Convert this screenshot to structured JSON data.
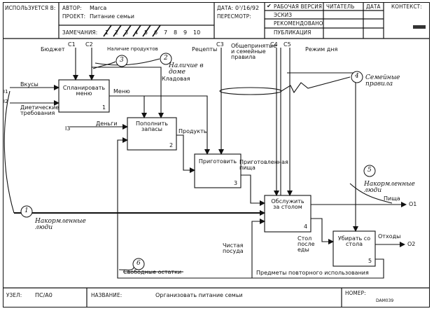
{
  "header": {
    "used_at_label": "ИСПОЛЬЗУЕТСЯ В:",
    "author_label": "АВТОР:",
    "author_value": "Marca",
    "project_label": "ПРОЕКТ:",
    "project_value": "Питание семьи",
    "date_label": "ДАТА:",
    "date_value": "0⁷/16/92",
    "reviewer_label": "ПЕРЕСМОТР:",
    "notes_label": "ЗАМЕЧАНИЯ:",
    "notes_numbers": [
      "1",
      "2",
      "3",
      "4",
      "5",
      "6",
      "7",
      "8",
      "9",
      "10"
    ],
    "status": [
      {
        "label": "РАБОЧАЯ ВЕРСИЯ",
        "checked": true
      },
      {
        "label": "ЭСКИЗ",
        "checked": false
      },
      {
        "label": "РЕКОМЕНДОВАНО",
        "checked": false
      },
      {
        "label": "ПУБЛИКАЦИЯ",
        "checked": false
      }
    ],
    "reader_label": "ЧИТАТЕЛЬ",
    "reader_date_label": "ДАТА",
    "context_label": "КОНТЕКСТ:"
  },
  "footer": {
    "node_label": "УЗЕЛ:",
    "node_value": "ПС/А0",
    "title_label": "НАЗВАНИЕ:",
    "title_value": "Организовать питание семьи",
    "number_label": "НОМЕР:",
    "number_value": "DAM039"
  },
  "boxes": [
    {
      "id": "b1",
      "label": "Спланировать меню",
      "num": "1"
    },
    {
      "id": "b2",
      "label": "Пополнить запасы",
      "num": "2"
    },
    {
      "id": "b3",
      "label": "Приготовить",
      "num": "3"
    },
    {
      "id": "b4",
      "label": "Обслужить за столом",
      "num": "4"
    },
    {
      "id": "b5",
      "label": "Убирать со стола",
      "num": "5"
    }
  ],
  "arrow_labels": {
    "c1": "Бюджет",
    "c1_code": "C1",
    "c2": "Наличие продуктов",
    "c2_code": "C2",
    "c3": "Рецепты",
    "c3_code": "C3",
    "c4": "Общепринятые и семейные правила",
    "c4_code": "C4",
    "c5": "Режим дня",
    "c5_code": "C5",
    "i1": "Вкусы",
    "i1_code": "I1",
    "i2": "Диетические требования",
    "i2_code": "I2",
    "i3": "Деньги",
    "i3_code": "I3",
    "menu": "Меню",
    "pantry": "Кладовая",
    "products": "Продукты",
    "cooked": "Приготовленная пища",
    "o1": "Пища",
    "o1_code": "O1",
    "o2": "Отходы",
    "o2_code": "O2",
    "clean_dishes": "Чистая посуда",
    "table_after": "Стол после еды",
    "reusable": "Предметы повторного использования",
    "leftovers": "Свободные остатки"
  },
  "notes": [
    {
      "num": "1",
      "text": "Накормленные люди"
    },
    {
      "num": "2",
      "text": "Наличие в доме"
    },
    {
      "num": "3",
      "text": ""
    },
    {
      "num": "4",
      "text": "Семейные правила"
    },
    {
      "num": "5",
      "text": "Накормленные люди"
    },
    {
      "num": "6",
      "text": ""
    }
  ]
}
